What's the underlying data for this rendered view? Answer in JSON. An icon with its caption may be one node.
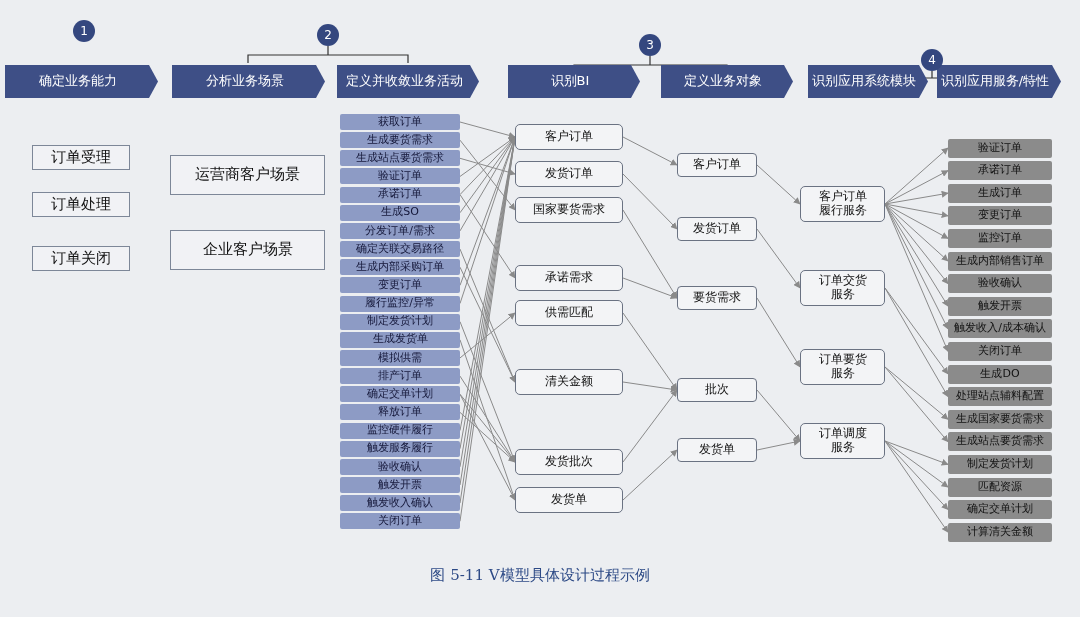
{
  "diagram": {
    "caption": "图 5-11 V模型具体设计过程示例",
    "nodes": [
      {
        "text": [
          "确定业务能力"
        ]
      },
      {
        "text": [
          "分析业务场景"
        ]
      },
      {
        "text": [
          "定义并收敛业务活动"
        ]
      },
      {
        "text": [
          "识别BI"
        ]
      },
      {
        "text": [
          "定义业务对象"
        ]
      },
      {
        "text": [
          "识别应用系统模块"
        ]
      },
      {
        "text": [
          "识别应用服务/特性"
        ]
      },
      {
        "text": [
          "订单受理"
        ]
      },
      {
        "text": [
          "订单处理"
        ]
      },
      {
        "text": [
          "订单关闭"
        ]
      },
      {
        "text": [
          "运营商客户场景"
        ]
      },
      {
        "text": [
          "企业客户场景"
        ]
      },
      {
        "text": [
          "获取订单"
        ]
      },
      {
        "text": [
          "生成要货需求"
        ]
      },
      {
        "text": [
          "生成站点要货需求"
        ]
      },
      {
        "text": [
          "验证订单"
        ]
      },
      {
        "text": [
          "承诺订单"
        ]
      },
      {
        "text": [
          "生成SO"
        ]
      },
      {
        "text": [
          "分发订单/需求"
        ]
      },
      {
        "text": [
          "确定关联交易路径"
        ]
      },
      {
        "text": [
          "生成内部采购订单"
        ]
      },
      {
        "text": [
          "变更订单"
        ]
      },
      {
        "text": [
          "履行监控/异常"
        ]
      },
      {
        "text": [
          "制定发货计划"
        ]
      },
      {
        "text": [
          "生成发货单"
        ]
      },
      {
        "text": [
          "模拟供需"
        ]
      },
      {
        "text": [
          "排产订单"
        ]
      },
      {
        "text": [
          "确定交单计划"
        ]
      },
      {
        "text": [
          "释放订单"
        ]
      },
      {
        "text": [
          "监控硬件履行"
        ]
      },
      {
        "text": [
          "触发服务履行"
        ]
      },
      {
        "text": [
          "验收确认"
        ]
      },
      {
        "text": [
          "触发开票"
        ]
      },
      {
        "text": [
          "触发收入确认"
        ]
      },
      {
        "text": [
          "关闭订单"
        ]
      },
      {
        "text": [
          "客户订单"
        ]
      },
      {
        "text": [
          "发货订单"
        ]
      },
      {
        "text": [
          "国家要货需求"
        ]
      },
      {
        "text": [
          "承诺需求"
        ]
      },
      {
        "text": [
          "供需匹配"
        ]
      },
      {
        "text": [
          "清关金额"
        ]
      },
      {
        "text": [
          "发货批次"
        ]
      },
      {
        "text": [
          "发货单"
        ]
      },
      {
        "text": [
          "客户订单"
        ]
      },
      {
        "text": [
          "发货订单"
        ]
      },
      {
        "text": [
          "要货需求"
        ]
      },
      {
        "text": [
          "批次"
        ]
      },
      {
        "text": [
          "发货单"
        ]
      },
      {
        "text": [
          "客户订单履行服务"
        ]
      },
      {
        "text": [
          "订单交货服务"
        ]
      },
      {
        "text": [
          "订单要货服务"
        ]
      },
      {
        "text": [
          "订单调度服务"
        ]
      },
      {
        "text": [
          "验证订单"
        ]
      },
      {
        "text": [
          "承诺订单"
        ]
      },
      {
        "text": [
          "生成订单"
        ]
      },
      {
        "text": [
          "变更订单"
        ]
      },
      {
        "text": [
          "监控订单"
        ]
      },
      {
        "text": [
          "生成内部销售订单"
        ]
      },
      {
        "text": [
          "验收确认"
        ]
      },
      {
        "text": [
          "触发开票"
        ]
      },
      {
        "text": [
          "触发收入/成本确认"
        ]
      },
      {
        "text": [
          "关闭订单"
        ]
      },
      {
        "text": [
          "生成DO"
        ]
      },
      {
        "text": [
          "处理站点辅料配置"
        ]
      },
      {
        "text": [
          "生成国家要货需求"
        ]
      },
      {
        "text": [
          "生成站点要货需求"
        ]
      },
      {
        "text": [
          "制定发货计划"
        ]
      },
      {
        "text": [
          "匹配资源"
        ]
      },
      {
        "text": [
          "确定交单计划"
        ]
      },
      {
        "text": [
          "计算清关金额"
        ]
      }
    ],
    "edges": [
      {
        "from": 12,
        "to": 35,
        "arrow": "to"
      },
      {
        "from": 13,
        "to": 37,
        "arrow": "to"
      },
      {
        "from": 14,
        "to": 36,
        "arrow": "to"
      },
      {
        "from": 15,
        "to": 35,
        "arrow": "to"
      },
      {
        "from": 16,
        "to": 35,
        "arrow": "to"
      },
      {
        "from": 16,
        "to": 38,
        "arrow": "to"
      },
      {
        "from": 17,
        "to": 35,
        "arrow": "to"
      },
      {
        "from": 18,
        "to": 35,
        "arrow": "to"
      },
      {
        "from": 19,
        "to": 40,
        "arrow": "to"
      },
      {
        "from": 20,
        "to": 40,
        "arrow": "to"
      },
      {
        "from": 21,
        "to": 35,
        "arrow": "to"
      },
      {
        "from": 22,
        "to": 35,
        "arrow": "to"
      },
      {
        "from": 23,
        "to": 41,
        "arrow": "to"
      },
      {
        "from": 24,
        "to": 42,
        "arrow": "to"
      },
      {
        "from": 25,
        "to": 39,
        "arrow": "to"
      },
      {
        "from": 26,
        "to": 41,
        "arrow": "to"
      },
      {
        "from": 27,
        "to": 41,
        "arrow": "to"
      },
      {
        "from": 27,
        "to": 42,
        "arrow": "to"
      },
      {
        "from": 28,
        "to": 41,
        "arrow": "to"
      },
      {
        "from": 29,
        "to": 35,
        "arrow": "to"
      },
      {
        "from": 30,
        "to": 35,
        "arrow": "to"
      },
      {
        "from": 31,
        "to": 35,
        "arrow": "to"
      },
      {
        "from": 32,
        "to": 35,
        "arrow": "to"
      },
      {
        "from": 33,
        "to": 35,
        "arrow": "to"
      },
      {
        "from": 34,
        "to": 35,
        "arrow": "to"
      },
      {
        "from": 35,
        "to": 43,
        "arrow": "to"
      },
      {
        "from": 36,
        "to": 44,
        "arrow": "to"
      },
      {
        "from": 37,
        "to": 45,
        "arrow": "to"
      },
      {
        "from": 38,
        "to": 45,
        "arrow": "to"
      },
      {
        "from": 39,
        "to": 46,
        "arrow": "to"
      },
      {
        "from": 40,
        "to": 46,
        "arrow": "to"
      },
      {
        "from": 41,
        "to": 46,
        "arrow": "to"
      },
      {
        "from": 42,
        "to": 47,
        "arrow": "to"
      },
      {
        "from": 43,
        "to": 48,
        "arrow": "to"
      },
      {
        "from": 44,
        "to": 49,
        "arrow": "to"
      },
      {
        "from": 45,
        "to": 50,
        "arrow": "to"
      },
      {
        "from": 46,
        "to": 51,
        "arrow": "to"
      },
      {
        "from": 47,
        "to": 51,
        "arrow": "to"
      },
      {
        "from": 48,
        "to": 52,
        "arrow": "to"
      },
      {
        "from": 48,
        "to": 53,
        "arrow": "to"
      },
      {
        "from": 48,
        "to": 54,
        "arrow": "to"
      },
      {
        "from": 48,
        "to": 55,
        "arrow": "to"
      },
      {
        "from": 48,
        "to": 56,
        "arrow": "to"
      },
      {
        "from": 48,
        "to": 57,
        "arrow": "to"
      },
      {
        "from": 48,
        "to": 58,
        "arrow": "to"
      },
      {
        "from": 48,
        "to": 59,
        "arrow": "to"
      },
      {
        "from": 48,
        "to": 60,
        "arrow": "to"
      },
      {
        "from": 48,
        "to": 61,
        "arrow": "to"
      },
      {
        "from": 49,
        "to": 62,
        "arrow": "to"
      },
      {
        "from": 49,
        "to": 63,
        "arrow": "to"
      },
      {
        "from": 50,
        "to": 64,
        "arrow": "to"
      },
      {
        "from": 50,
        "to": 65,
        "arrow": "to"
      },
      {
        "from": 51,
        "to": 66,
        "arrow": "to"
      },
      {
        "from": 51,
        "to": 67,
        "arrow": "to"
      },
      {
        "from": 51,
        "to": 68,
        "arrow": "to"
      },
      {
        "from": 51,
        "to": 69,
        "arrow": "to"
      }
    ],
    "labels": [
      "1",
      "2",
      "3",
      "4"
    ]
  }
}
